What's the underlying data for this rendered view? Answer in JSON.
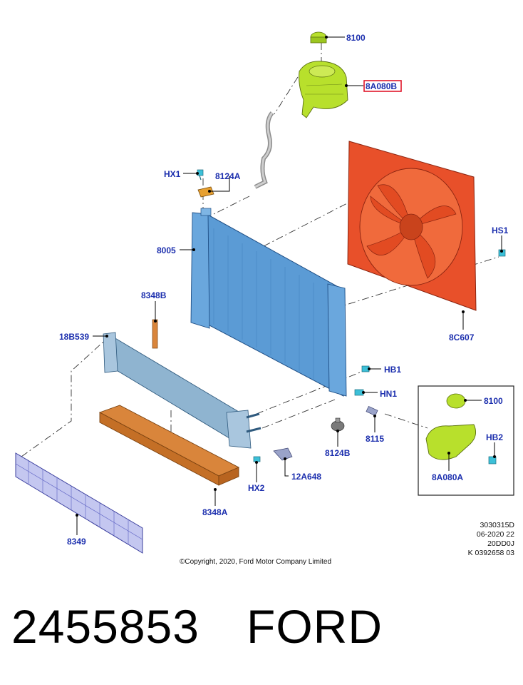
{
  "callouts": {
    "c8100_top": "8100",
    "c8A080B": "8A080B",
    "cHX1": "HX1",
    "c8124A": "8124A",
    "c8005": "8005",
    "cHS1": "HS1",
    "c8348B": "8348B",
    "c18B539": "18B539",
    "c8C607": "8C607",
    "cHB1": "HB1",
    "cHN1": "HN1",
    "c8115": "8115",
    "c8124B": "8124B",
    "c12A648": "12A648",
    "cHX2": "HX2",
    "c8348A": "8348A",
    "c8349": "8349",
    "c8100_inset": "8100",
    "cHB2": "HB2",
    "c8A080A": "8A080A"
  },
  "meta": {
    "line1": "3030315D",
    "line2": "06-2020 22",
    "line3": "20DD0J",
    "line4": "K 0392658 03"
  },
  "copyright": "©Copyright, 2020, Ford Motor Company Limited",
  "footer": {
    "part_number": "2455853",
    "brand": "FORD"
  },
  "colors": {
    "label": "#1c2fae",
    "highlight_box": "#e0152a",
    "reservoir": "#b8e02c",
    "radiator": "#5b9bd5",
    "fan_shroud": "#e8502a",
    "cooler": "#8fb4d0",
    "foam": "#d9853b",
    "grille": "#8a8fd6",
    "clip": "#3cc0d8"
  }
}
